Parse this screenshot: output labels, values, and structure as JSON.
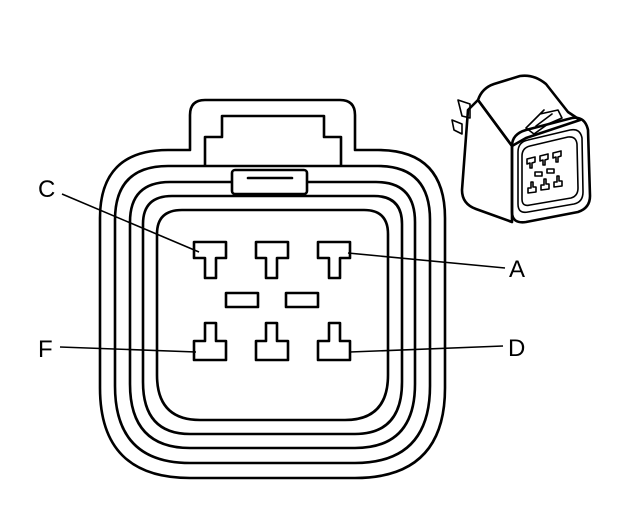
{
  "labels": {
    "c": "C",
    "a": "A",
    "f": "F",
    "d": "D"
  }
}
